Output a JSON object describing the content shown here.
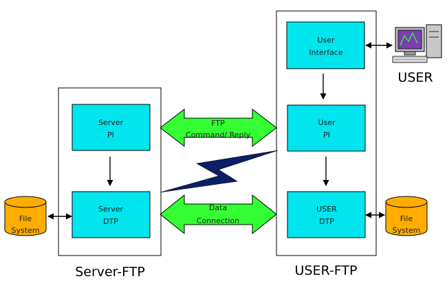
{
  "colors": {
    "process_box": "#00e5ee",
    "arrow_green": "#33ff33",
    "lightning": "#0a1f66",
    "disk": "#ffad00"
  },
  "server": {
    "title": "Server-FTP",
    "pi": [
      "Server",
      "PI"
    ],
    "dtp": [
      "Server",
      "DTP"
    ],
    "disk": [
      "File",
      "System"
    ]
  },
  "user_side": {
    "title": "USER-FTP",
    "ui": [
      "User",
      "Interface"
    ],
    "pi": [
      "User",
      "PI"
    ],
    "dtp": [
      "USER",
      "DTP"
    ],
    "disk": [
      "File",
      "System"
    ],
    "user_label": "USER",
    "computer_icon": "desktop-computer-icon"
  },
  "links": {
    "control": [
      "FTP",
      "Command/ Reply"
    ],
    "data": [
      "Data",
      "Connection"
    ]
  }
}
